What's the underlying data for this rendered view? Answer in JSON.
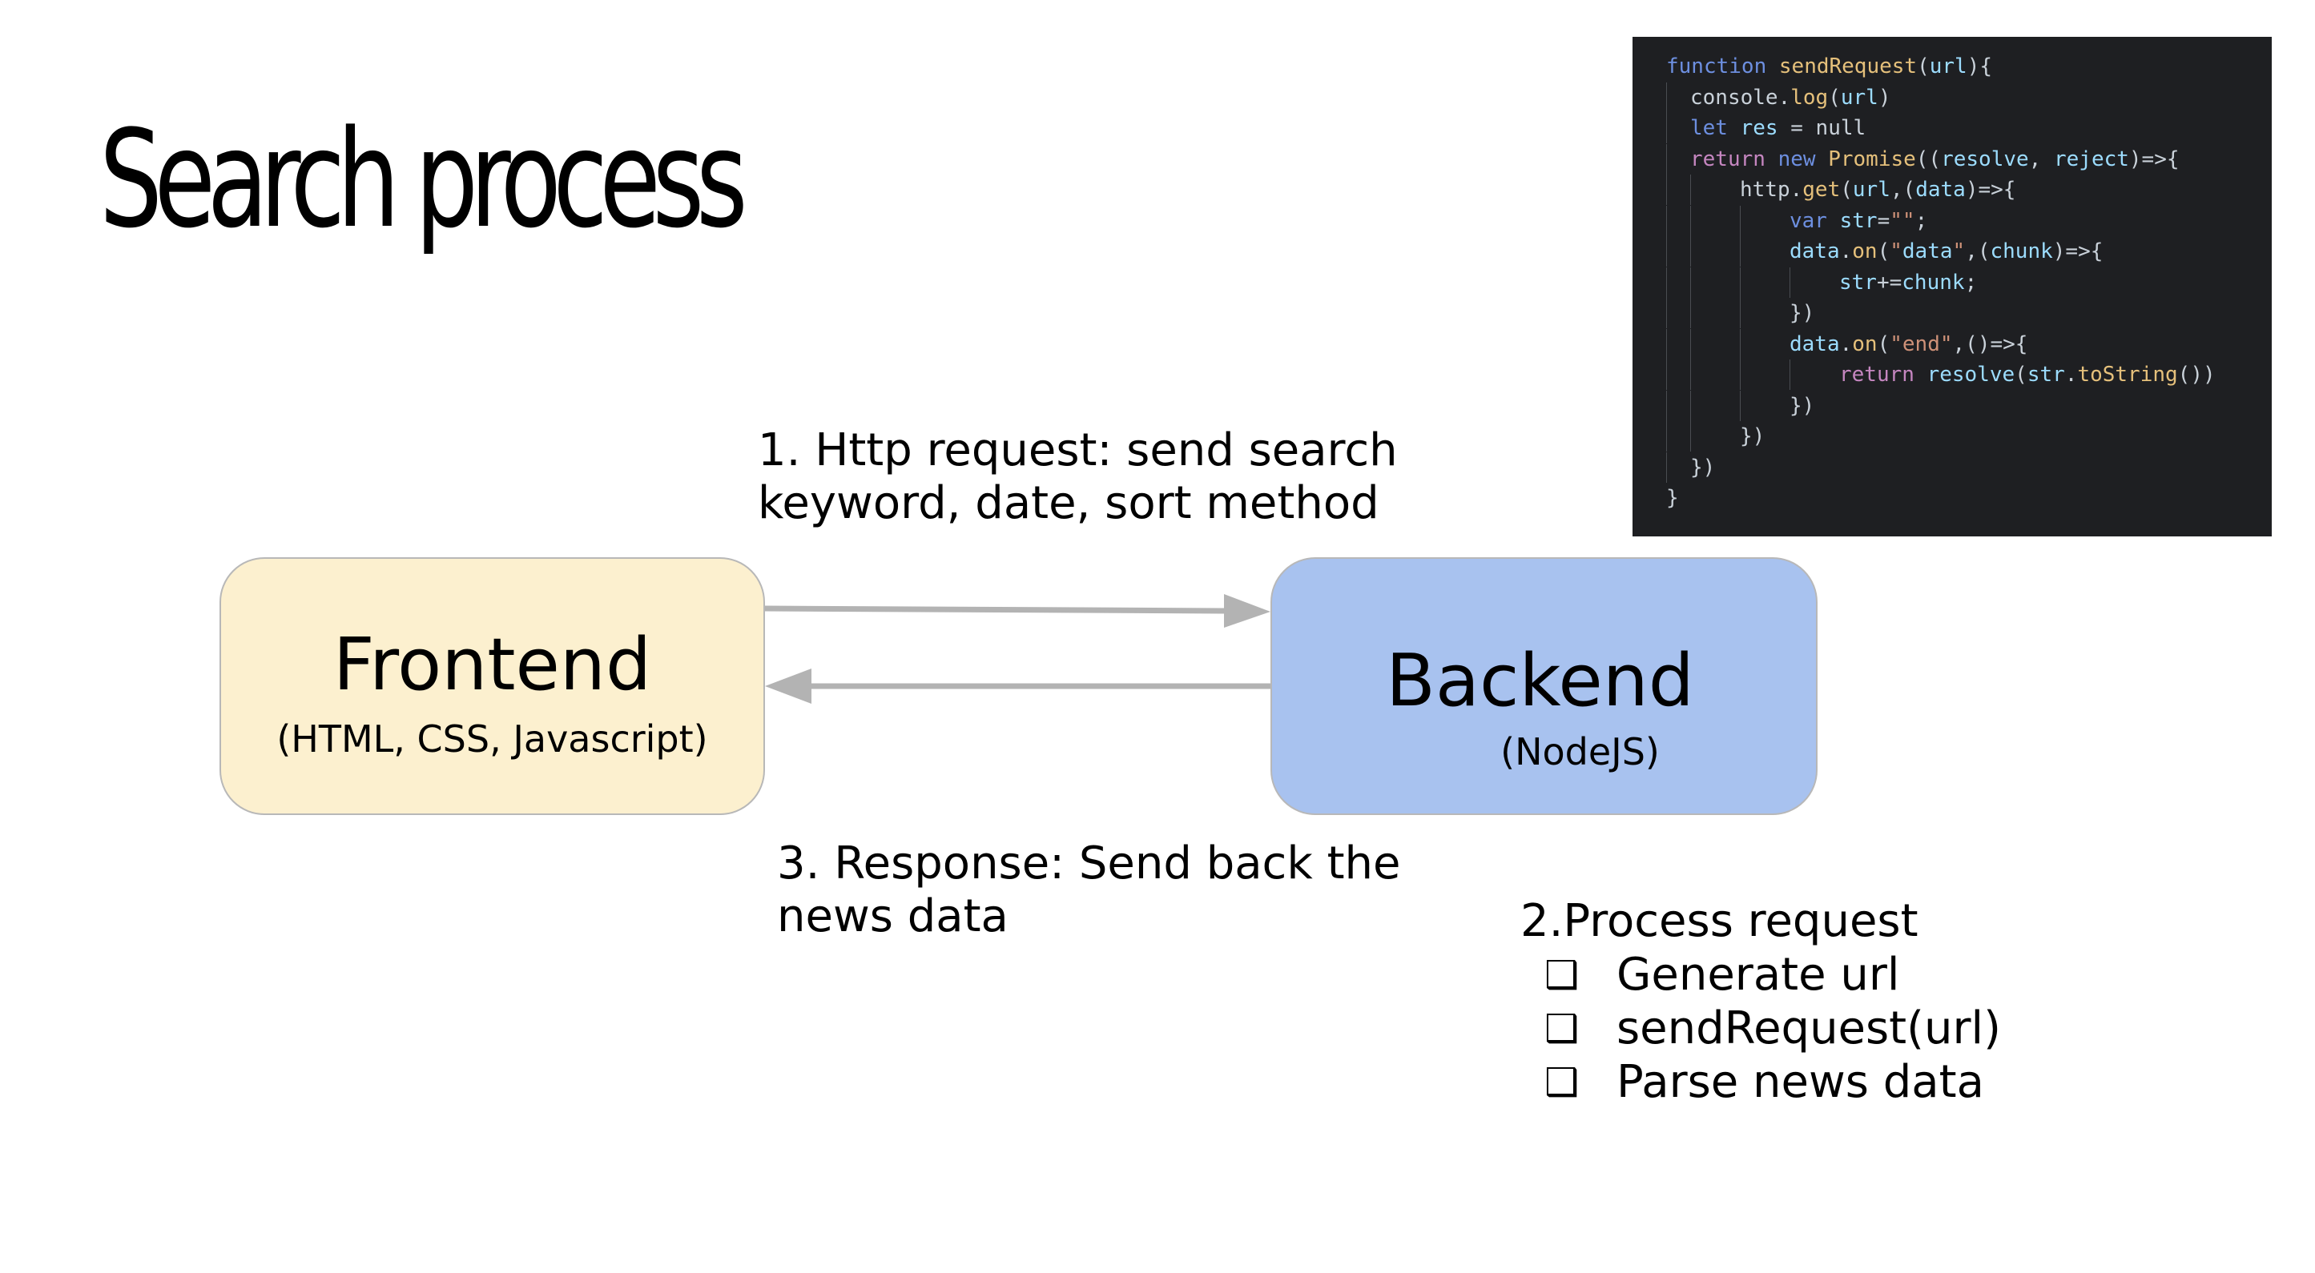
{
  "title": "Search process",
  "frontend": {
    "title": "Frontend",
    "subtitle": "(HTML, CSS, Javascript)"
  },
  "backend": {
    "title": "Backend",
    "subtitle": "(NodeJS)"
  },
  "request_label": {
    "line1": "1. Http request: send search",
    "line2": "keyword, date, sort method"
  },
  "response_label": {
    "line1": "3. Response: Send back the",
    "line2": "news data"
  },
  "process": {
    "title": "2.Process request",
    "bullet": "❑",
    "items": [
      "Generate url",
      "sendRequest(url)",
      "Parse news data"
    ]
  },
  "code": [
    "function sendRequest(url){",
    "console.log(url)",
    "let res = null",
    "return new Promise((resolve, reject)=>{",
    "http.get(url,(data)=>{",
    "var str=\"\";",
    "data.on(\"data\",(chunk)=>{",
    "str+=chunk;",
    "})",
    "data.on(\"end\",()=>{",
    "return resolve(str.toString())",
    "})",
    "})",
    "})",
    "}"
  ],
  "colors": {
    "frontend_fill": "#fcf0cf",
    "backend_fill": "#a8c2ef",
    "box_border": "#b8b8b8",
    "arrow": "#b3b3b3",
    "code_background": "#1e1f22"
  },
  "icons": {
    "arrow_right": "arrow-right-icon",
    "arrow_left": "arrow-left-icon",
    "bullet": "checkbox-bullet-icon"
  }
}
